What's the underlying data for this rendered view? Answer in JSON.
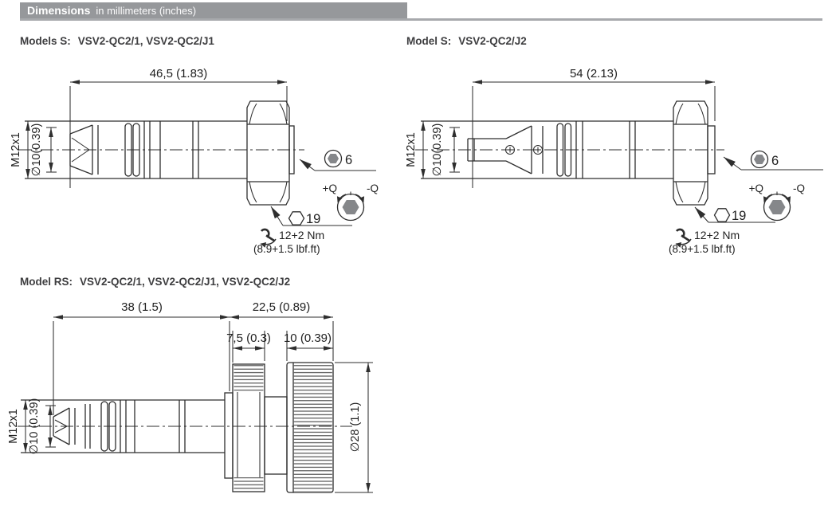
{
  "header": {
    "title": "Dimensions",
    "subtitle": "in millimeters (inches)"
  },
  "colors": {
    "header_bar": "#96989b",
    "header_rule": "#a7a9ac",
    "drawing_line": "#2e2e2e",
    "hex_fill": "#85878a",
    "heading_text": "#3e3e40"
  },
  "panels": {
    "s1": {
      "heading_prefix": "Models S:",
      "heading_models": "VSV2-QC2/1, VSV2-QC2/J1",
      "dim_length": "46,5 (1.83)",
      "thread_label": "M12x1",
      "diameter_label": "∅10(0.39)",
      "hex_socket_size": "6",
      "hex_nut_size": "19",
      "torque_plus": "+Q",
      "torque_minus": "-Q",
      "torque_metric": "12+2 Nm",
      "torque_imperial": "(8.9+1.5 lbf.ft)"
    },
    "s2": {
      "heading_prefix": "Model S:",
      "heading_models": "VSV2-QC2/J2",
      "dim_length": "54 (2.13)",
      "thread_label": "M12x1",
      "diameter_label": "∅10(0.39)",
      "hex_socket_size": "6",
      "hex_nut_size": "19",
      "torque_plus": "+Q",
      "torque_minus": "-Q",
      "torque_metric": "12+2 Nm",
      "torque_imperial": "(8.9+1.5 lbf.ft)"
    },
    "rs": {
      "heading_prefix": "Model RS:",
      "heading_models": "VSV2-QC2/1, VSV2-QC2/J1, VSV2-QC2/J2",
      "dim_front_length": "38 (1.5)",
      "dim_rear_length": "22,5 (0.89)",
      "dim_ring_width": "7,5 (0.3)",
      "dim_knob_width": "10 (0.39)",
      "thread_label": "M12x1",
      "diameter_label": "∅10 (0.39)",
      "knob_diameter_label": "∅28 (1.1)"
    }
  }
}
